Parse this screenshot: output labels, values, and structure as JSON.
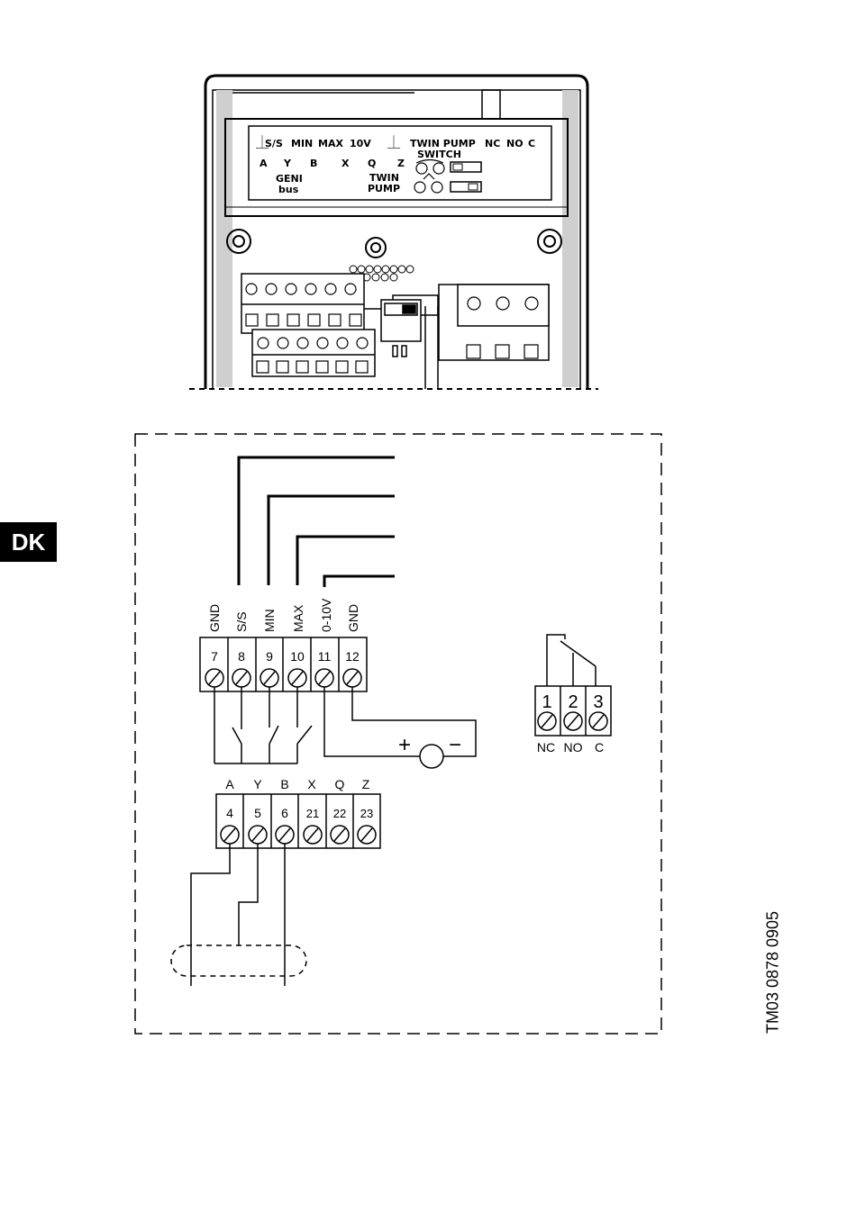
{
  "language_tab": "DK",
  "drawing_number": "TM03 0878 0905",
  "module_panel": {
    "row1": [
      "S/S",
      "MIN",
      "MAX",
      "10V"
    ],
    "twin_pump": "TWIN PUMP",
    "switch": "SWITCH",
    "relay_labels": [
      "NC",
      "NO",
      "C"
    ],
    "row2": [
      "A",
      "Y",
      "B",
      "X",
      "Q",
      "Z"
    ],
    "geni": "GENI",
    "bus": "bus",
    "twin": "TWIN",
    "pump": "PUMP"
  },
  "diagram": {
    "top_signals": [
      "GND",
      "S/S",
      "MIN",
      "MAX",
      "0-10V",
      "GND"
    ],
    "top_terminals": [
      "7",
      "8",
      "9",
      "10",
      "11",
      "12"
    ],
    "bus_signals": [
      "A",
      "Y",
      "B",
      "X",
      "Q",
      "Z"
    ],
    "bus_terminals": [
      "4",
      "5",
      "6",
      "21",
      "22",
      "23"
    ],
    "relay_terminals": [
      "1",
      "2",
      "3"
    ],
    "relay_signals": [
      "NC",
      "NO",
      "C"
    ],
    "plus": "+",
    "minus": "−"
  }
}
